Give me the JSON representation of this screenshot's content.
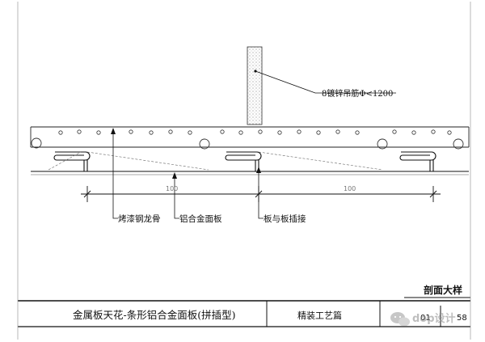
{
  "labels": {
    "hanger": "8镀锌吊筋Φ<1200",
    "keel": "烤漆钢龙骨",
    "panel": "铝合金面板",
    "joint": "板与板插接"
  },
  "dimensions": [
    "100",
    "100"
  ],
  "section_title": "剖面大样",
  "title_block": {
    "drawing_title": "金属板天花-条形铝合金面板(拼插型)",
    "category": "精装工艺篇",
    "sheet_no": "01",
    "page_no": "58"
  },
  "watermark": "dop设计",
  "watermark_icon": "wechat-icon"
}
